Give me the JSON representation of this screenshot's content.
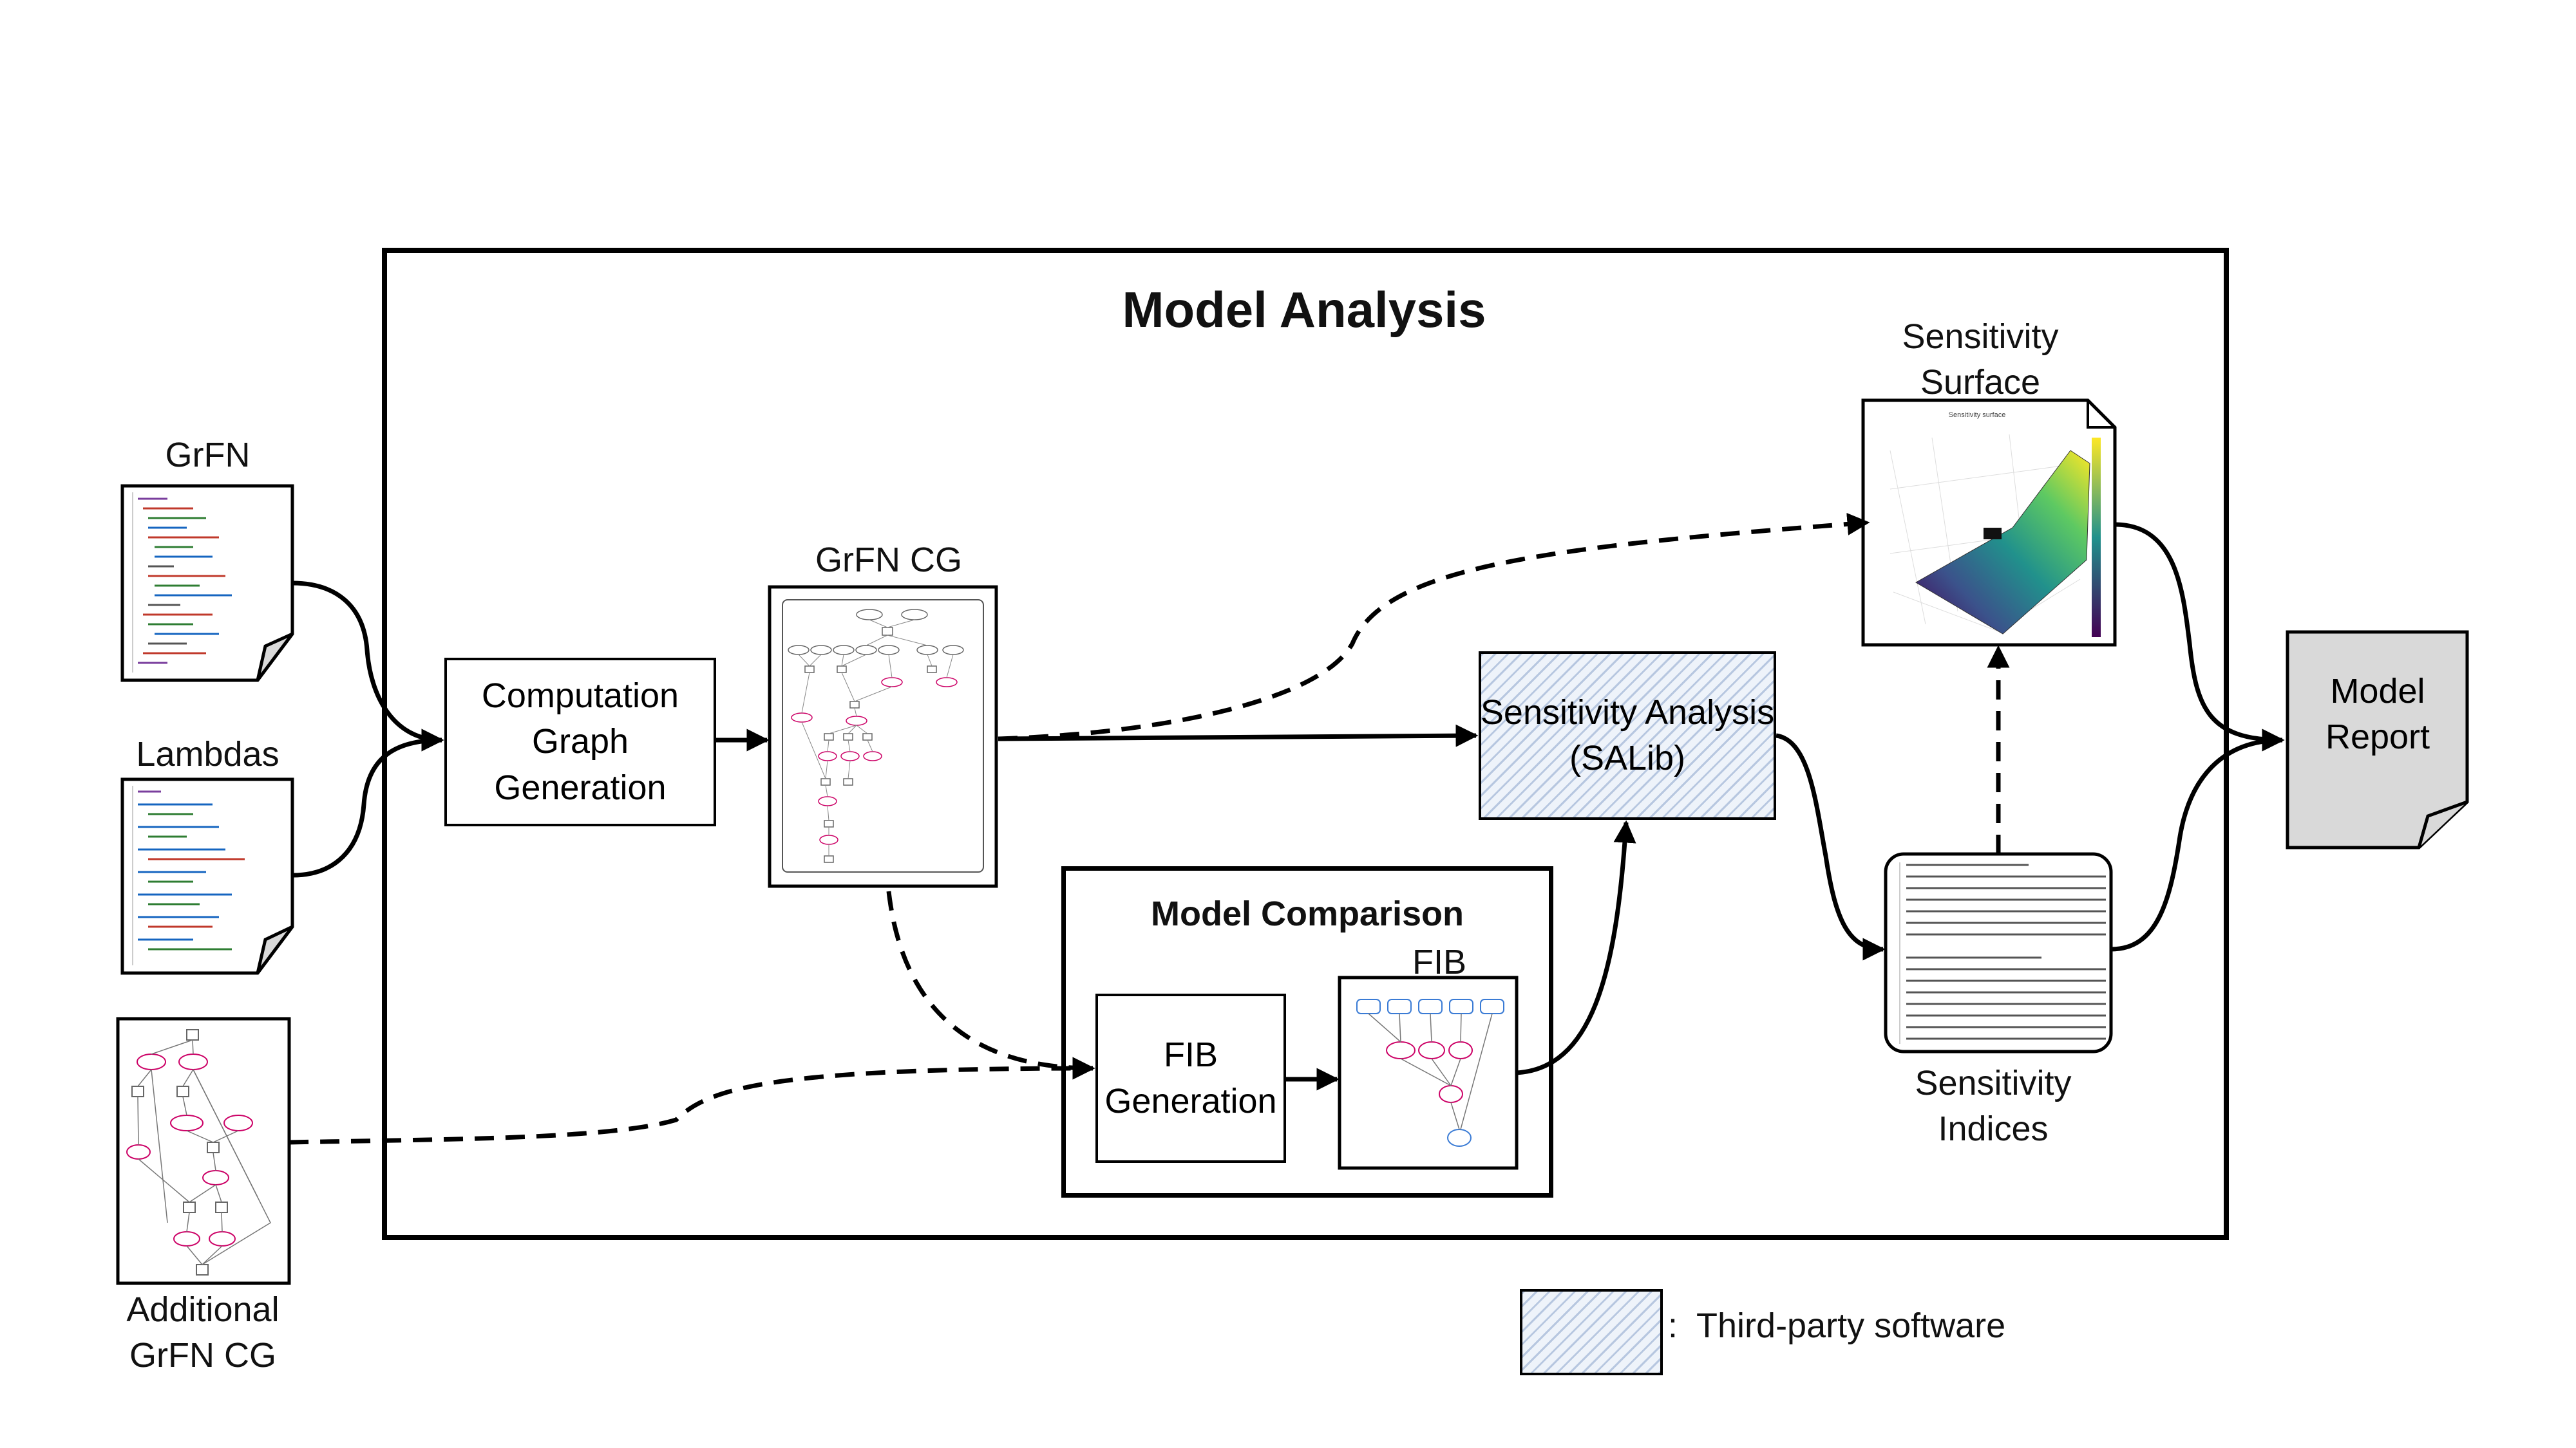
{
  "main": {
    "title": "Model Analysis",
    "comparison_title": "Model Comparison"
  },
  "inputs": {
    "grfn": "GrFN",
    "lambdas": "Lambdas",
    "additional": "Additional\nGrFN CG"
  },
  "nodes": {
    "cg_generation": "Computation\nGraph\nGeneration",
    "grfn_cg": "GrFN CG",
    "fib_generation": "FIB\nGeneration",
    "fib": "FIB",
    "sensitivity_analysis": "Sensitivity Analysis\n(SALib)",
    "sensitivity_surface": "Sensitivity\nSurface",
    "sensitivity_indices": "Sensitivity\nIndices",
    "model_report": "Model\nReport"
  },
  "surface_plot": {
    "title": "Sensitivity surface"
  },
  "legend": {
    "label": ":  Third-party software"
  },
  "colors": {
    "hatch": "#b7c7e0",
    "report_fill": "#d9d9d9",
    "surface_start": "#440154",
    "surface_mid": "#21918c",
    "surface_end": "#fde725"
  }
}
